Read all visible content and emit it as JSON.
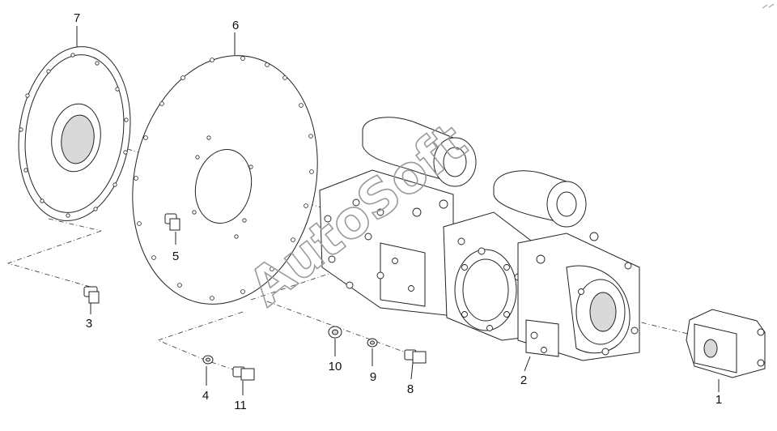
{
  "diagram": {
    "callouts": [
      {
        "id": "1",
        "label": "1"
      },
      {
        "id": "2",
        "label": "2"
      },
      {
        "id": "3",
        "label": "3"
      },
      {
        "id": "4",
        "label": "4"
      },
      {
        "id": "5",
        "label": "5"
      },
      {
        "id": "6",
        "label": "6"
      },
      {
        "id": "7",
        "label": "7"
      },
      {
        "id": "8",
        "label": "8"
      },
      {
        "id": "9",
        "label": "9"
      },
      {
        "id": "10",
        "label": "10"
      },
      {
        "id": "11",
        "label": "11"
      }
    ],
    "watermark": "AutoSoft"
  }
}
